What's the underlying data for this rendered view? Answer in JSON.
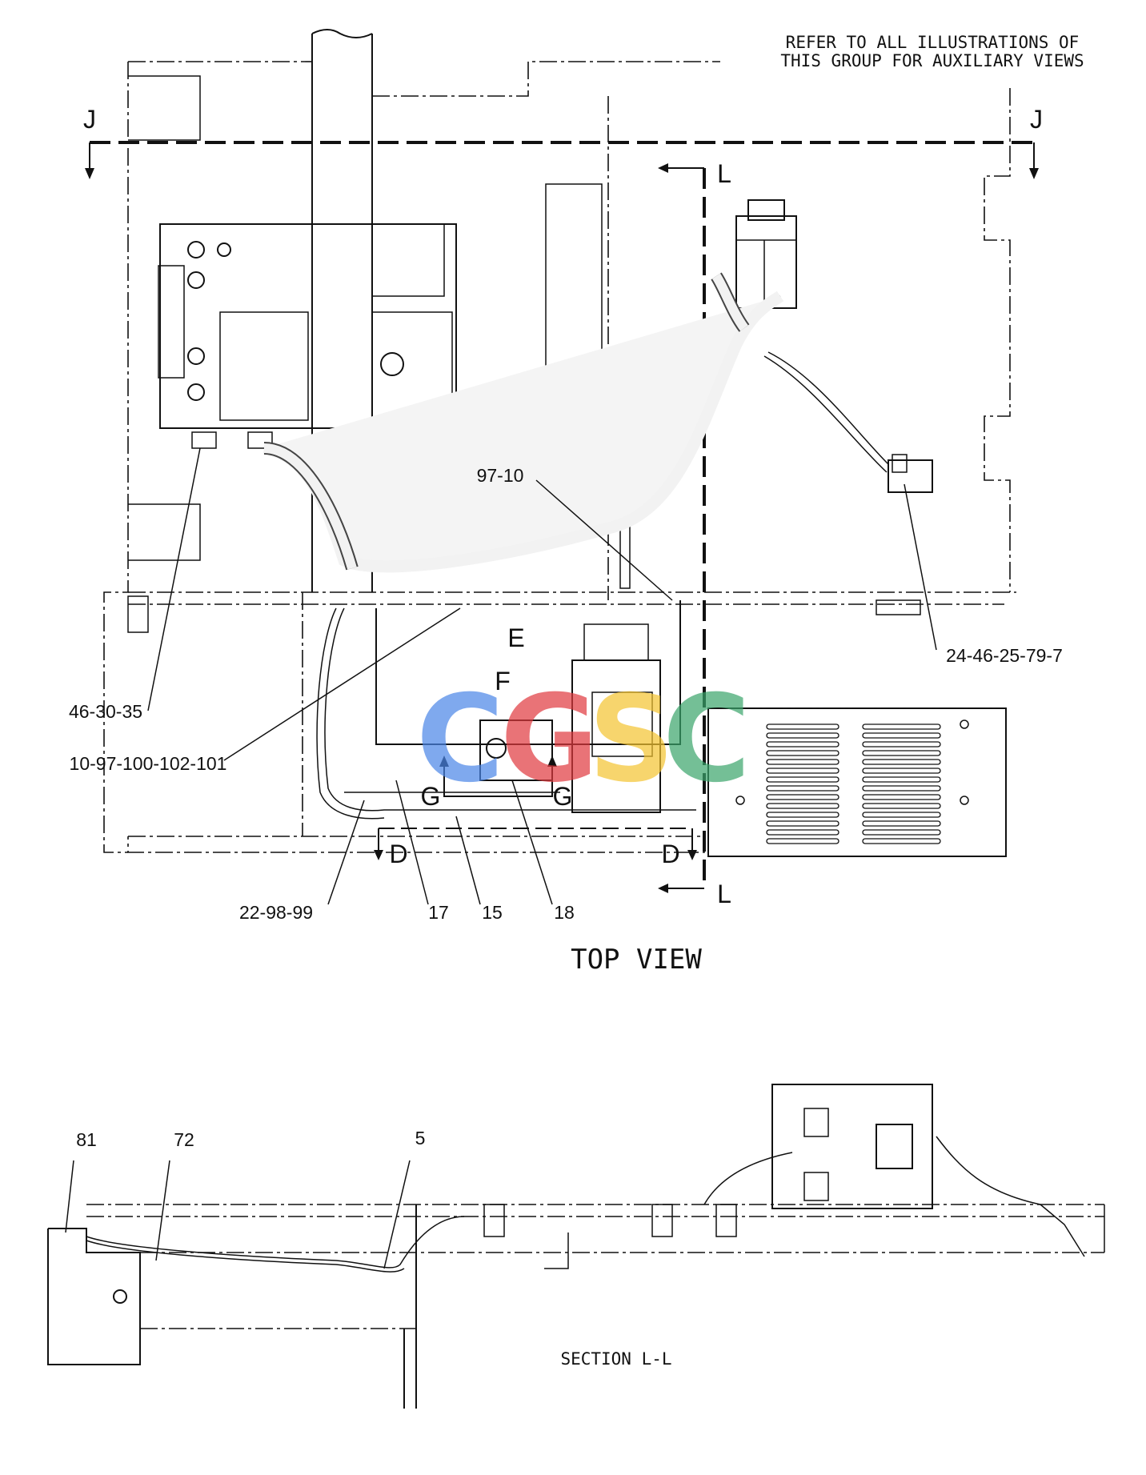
{
  "note": {
    "line1": "REFER TO ALL ILLUSTRATIONS OF",
    "line2": "THIS GROUP FOR AUXILIARY VIEWS"
  },
  "section_markers": {
    "j": "J",
    "l": "L",
    "d": "D",
    "e": "E",
    "f": "F",
    "g": "G"
  },
  "callouts": {
    "c_97_10": "97-10",
    "c_24_46": "24-46-25-79-7",
    "c_46_30": "46-30-35",
    "c_10_97": "10-97-100-102-101",
    "c_22_98": "22-98-99",
    "c_17": "17",
    "c_15": "15",
    "c_18": "18",
    "c_81": "81",
    "c_72": "72",
    "c_5": "5"
  },
  "titles": {
    "top_view": "TOP VIEW",
    "section_ll": "SECTION L-L"
  },
  "watermark": {
    "letters": [
      "C",
      "G",
      "S",
      "C"
    ],
    "colors": [
      "#4a86e8",
      "#e0393e",
      "#f4c430",
      "#3aa56b"
    ]
  }
}
